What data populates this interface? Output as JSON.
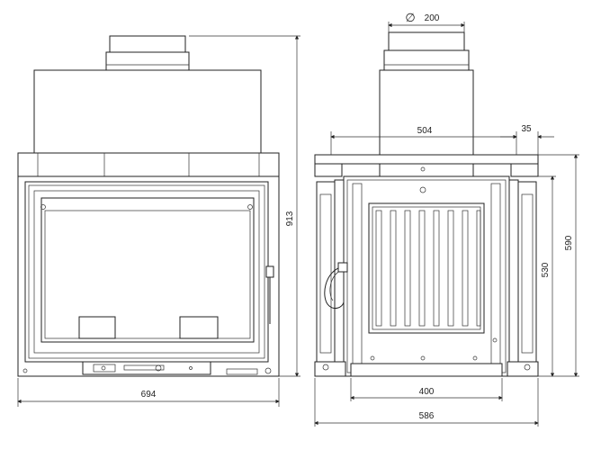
{
  "dimensions": {
    "front_width": "694",
    "front_height": "913",
    "flue_diameter_symbol": "∅",
    "flue_diameter": "200",
    "top_width": "504",
    "top_overhang": "35",
    "side_height_outer": "590",
    "side_height_inner": "530",
    "base_width": "400",
    "side_width": "586"
  },
  "colors": {
    "line": "#222222",
    "background": "#ffffff"
  }
}
